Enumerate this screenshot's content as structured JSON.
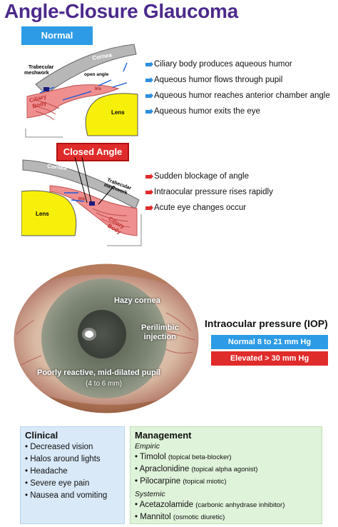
{
  "title": "Angle-Closure Glaucoma",
  "normal": {
    "badge": "Normal",
    "labels": {
      "cornea": "Cornea",
      "trabecular": "Trabecular meshwork",
      "open_angle": "open angle",
      "iris": "Iris",
      "ciliary": "Ciliary Body",
      "lens": "Lens"
    },
    "bullets": [
      "Ciliary body produces aqueous humor",
      "Aqueous humor flows through pupil",
      "Aqueous humor reaches anterior chamber angle",
      "Aqueous humor exits the eye"
    ]
  },
  "closed": {
    "badge": "Closed Angle",
    "labels": {
      "cornea": "Cornea",
      "trabecular": "Trabecular meshwork",
      "iris": "Iris",
      "ciliary": "Ciliary Body",
      "lens": "Lens"
    },
    "bullets": [
      "Sudden blockage of angle",
      "Intraocular pressure rises rapidly",
      "Acute eye changes occur"
    ]
  },
  "photo": {
    "hazy": "Hazy cornea",
    "perilimbic": "Perilimbic injection",
    "pupil": "Poorly reactive, mid-dilated pupil",
    "pupil_size": "(4 to 6 mm)"
  },
  "iop": {
    "title": "Intraocular pressure (IOP)",
    "normal": "Normal 8 to 21 mm Hg",
    "elevated": "Elevated > 30 mm Hg"
  },
  "clinical": {
    "heading": "Clinical",
    "items": [
      "Decreased vision",
      "Halos around lights",
      "Headache",
      "Severe eye pain",
      "Nausea and vomiting"
    ]
  },
  "management": {
    "heading": "Management",
    "empiric_label": "Empiric",
    "empiric": [
      {
        "name": "Timolol",
        "note": "(topical beta-blocker)"
      },
      {
        "name": "Apraclonidine",
        "note": "(topical alpha agonist)"
      },
      {
        "name": "Pilocarpine",
        "note": "(topical miotic)"
      }
    ],
    "systemic_label": "Systemic",
    "systemic": [
      {
        "name": "Acetazolamide",
        "note": "(carbonic anhydrase inhibitor)"
      },
      {
        "name": "Mannitol",
        "note": "(osmotic diuretic)"
      }
    ]
  },
  "colors": {
    "title": "#4b2a8c",
    "blue": "#2d9be6",
    "red": "#e02b2b",
    "lens": "#f7f00a",
    "iris": "#ef8f8f"
  }
}
